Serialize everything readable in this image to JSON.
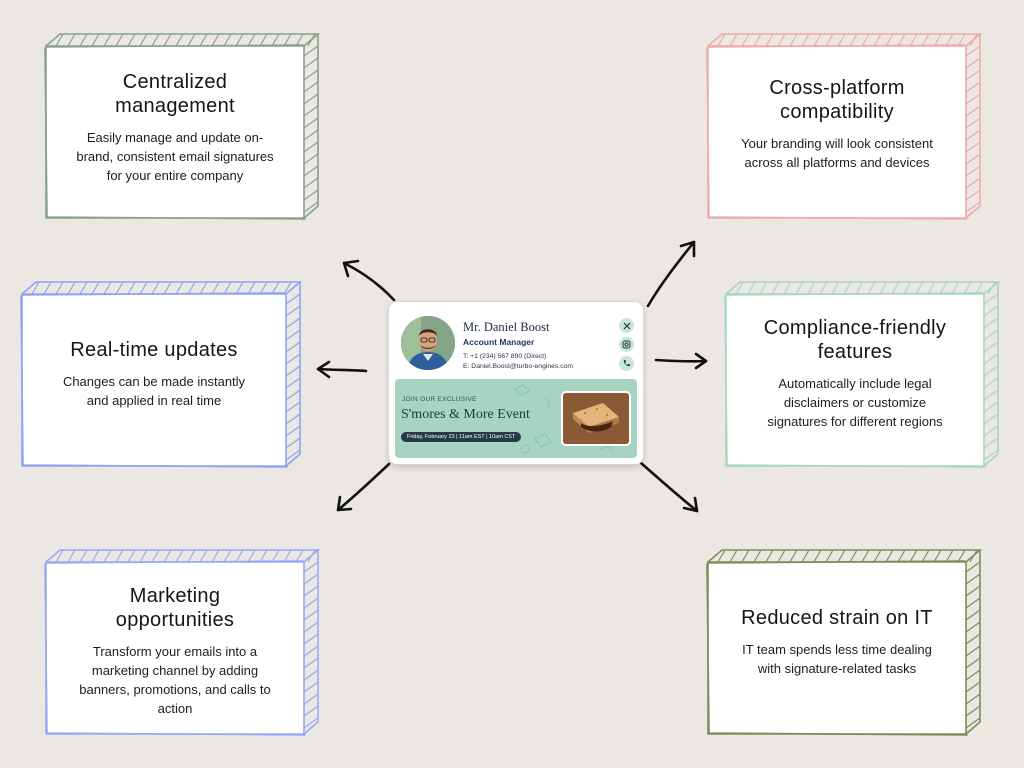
{
  "cards": {
    "centralized": {
      "title": "Centralized management",
      "desc": "Easily manage and update on-brand, consistent email signatures for your entire company",
      "border": "#8aa08e"
    },
    "cross_platform": {
      "title": "Cross-platform compatibility",
      "desc": "Your branding will look consistent across all platforms and devices",
      "border": "#f1a9ab"
    },
    "realtime": {
      "title": "Real-time updates",
      "desc": "Changes can be made instantly and applied in real time",
      "border": "#8ea4f0"
    },
    "compliance": {
      "title": "Compliance-friendly features",
      "desc": "Automatically include legal disclaimers or customize signatures for different regions",
      "border": "#a8d6c2"
    },
    "marketing": {
      "title": "Marketing opportunities",
      "desc": "Transform your emails into a marketing channel by adding banners, promotions, and calls to action",
      "border": "#9aa8f2"
    },
    "it_strain": {
      "title": "Reduced strain on IT",
      "desc": "IT team spends less time dealing with signature-related tasks",
      "border": "#7a8e5c"
    }
  },
  "signature": {
    "name": "Mr. Daniel Boost",
    "role": "Account Manager",
    "phone": "T: +1 (234) 567 890 (Direct)",
    "email": "E: Daniel.Boost@turbo-engines.com",
    "social_icons": [
      "x-icon",
      "instagram-icon",
      "phone-icon"
    ],
    "banner": {
      "kicker": "JOIN OUR EXCLUSIVE",
      "title": "S'mores & More Event",
      "date": "Friday, February 23 | 11am EST | 10am CST"
    }
  },
  "colors": {
    "background": "#ebe7e2",
    "banner": "#a6d3c2",
    "arrow": "#111111"
  }
}
